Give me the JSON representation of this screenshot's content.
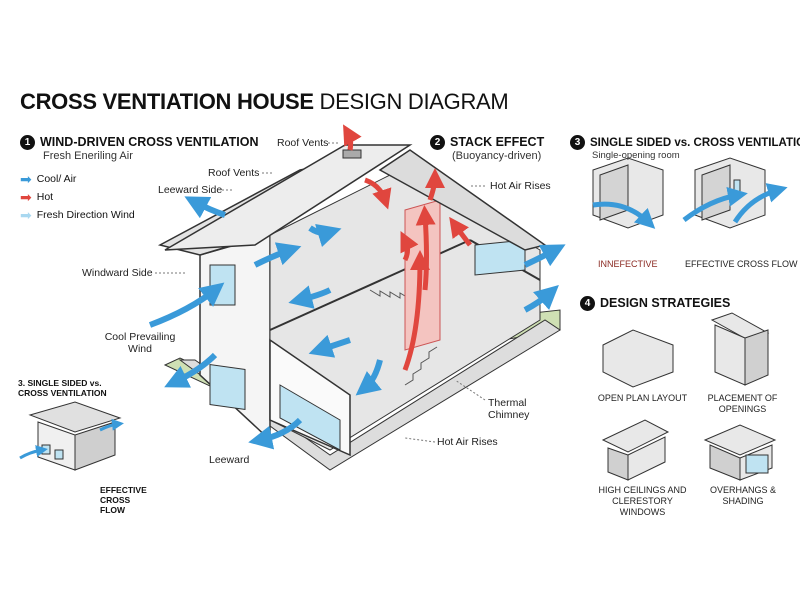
{
  "title": {
    "bold": "CROSS VENTIATION HOUSE",
    "regular": "DESIGN DIAGRAM"
  },
  "section1": {
    "number": "1",
    "heading": "WIND-DRIVEN CROSS VENTILATION",
    "subtitle": "Fresh Eneriling Air",
    "legend": [
      {
        "label": "Cool/ Air",
        "color": "#3a9ad9"
      },
      {
        "label": "Hot",
        "color": "#e0463e"
      },
      {
        "label": "Fresh Direction Wind",
        "color": "#a9d8f0"
      }
    ]
  },
  "section2": {
    "number": "2",
    "heading": "STACK EFFECT",
    "subtitle": "(Buoyancy-driven)"
  },
  "section3": {
    "number": "3",
    "heading": "SINGLE SIDED vs. CROSS VENTILATION",
    "subtitle": "Single-opening room",
    "captions": {
      "ineffective": "INNEFECTIVE",
      "effective": "EFFECTIVE CROSS FLOW"
    },
    "ineffective_color": "#8b2a22"
  },
  "section4": {
    "number": "4",
    "heading": "DESIGN STRATEGIES",
    "items": [
      "OPEN PLAN LAYOUT",
      "PLACEMENT OF OPENINGS",
      "HIGH CEILINGS AND CLERESTORY WINDOWS",
      "OVERHANGS & SHADING"
    ]
  },
  "callouts": {
    "roof_vents_top": "Roof Vents",
    "roof_vents": "Roof Vents",
    "leeward_side": "Leeward Side",
    "windward_side": "Windward Side",
    "cool_wind": "Cool Prevailing Wind",
    "hot_air_rises_top": "Hot Air Rises",
    "thermal_chimney": "Thermal Chimney",
    "hot_air_rises": "Hot Air Rises",
    "leeward": "Leeward"
  },
  "inset": {
    "heading": "3. SINGLE SIDED vs. CROSS VENTILATION",
    "caption": "EFFECTIVE CROSS FLOW"
  },
  "colors": {
    "cool": "#3a9ad9",
    "hot": "#e0463e",
    "glass": "#bfe3f2",
    "ground": "#cfe0b4",
    "chimney": "#f4c4c0"
  }
}
